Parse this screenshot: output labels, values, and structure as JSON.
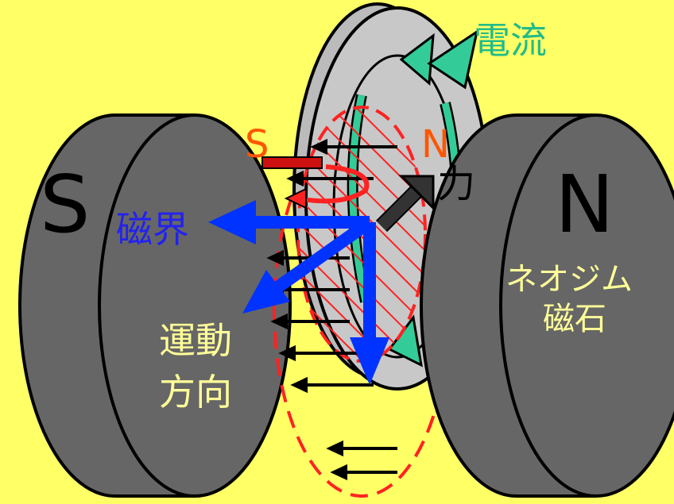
{
  "labels": {
    "current": "電流",
    "pole_s_small": "S",
    "pole_n_small": "N",
    "force": "力",
    "magnet_left_pole": "S",
    "magnet_right_pole": "N",
    "magnetic_field": "磁界",
    "motion_direction_line1": "運動",
    "motion_direction_line2": "方向",
    "magnet_type_line1": "ネオジム",
    "magnet_type_line2": "磁石"
  },
  "colors": {
    "background": "#ffff66",
    "magnet": "#666666",
    "disc": "#c0c0c0",
    "current_arrow": "#33cc99",
    "eddy_field": "#ff2a2a",
    "magnetic_field_arrow": "#0033ff",
    "label_blue": "#2222ee",
    "label_white": "#ffff99",
    "label_orange": "#ff5500",
    "label_green": "#22bb88"
  }
}
